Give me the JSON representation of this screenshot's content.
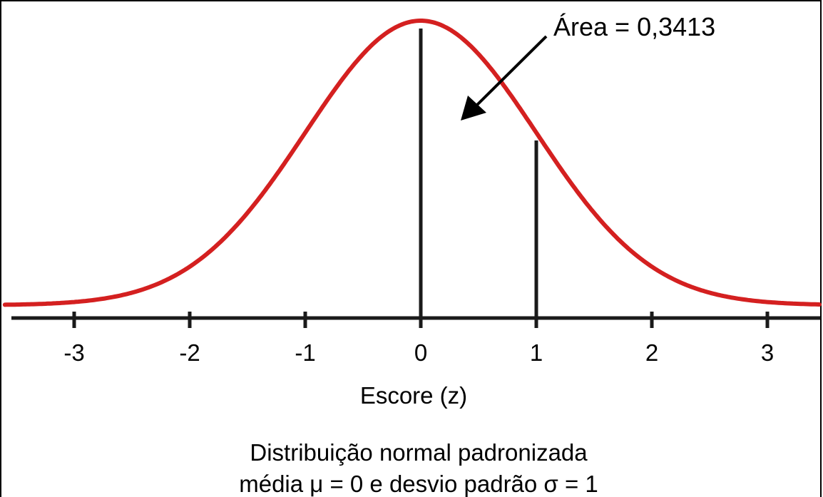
{
  "chart_data": {
    "type": "line",
    "curve": "standard normal density",
    "mean": 0,
    "std_dev": 1,
    "x_range": [
      -3.6,
      3.45
    ],
    "ticks": [
      -3,
      -2,
      -1,
      0,
      1,
      2,
      3
    ],
    "tick_labels": [
      "-3",
      "-2",
      "-1",
      "0",
      "1",
      "2",
      "3"
    ],
    "xlabel": "Escore (z)",
    "shaded_interval": [
      0,
      1
    ],
    "annotation": "Área = 0,3413",
    "curve_color": "#d42020",
    "axis_color": "#1a1a1a"
  },
  "caption": {
    "line1": "Distribuição normal padronizada",
    "line2": "média μ = 0 e desvio padrão σ = 1"
  }
}
